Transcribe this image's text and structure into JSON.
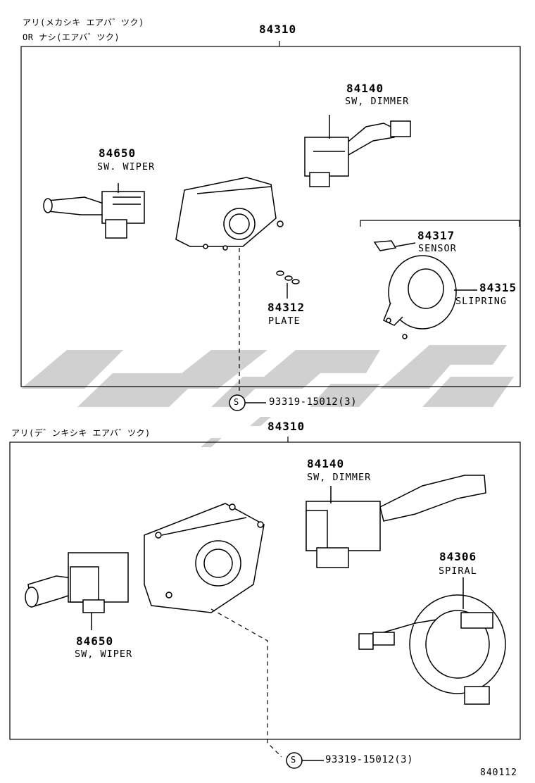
{
  "upper_section": {
    "condition_line1": "アリ(メカシキ エアバ゛ツク)",
    "condition_line2": "OR ナシ(エアバ゛ツク)",
    "assembly_number": "84310",
    "parts": [
      {
        "number": "84140",
        "name": "SW, DIMMER"
      },
      {
        "number": "84650",
        "name": "SW. WIPER"
      },
      {
        "number": "84317",
        "name": "SENSOR"
      },
      {
        "number": "84315",
        "name": "SLIPRING"
      },
      {
        "number": "84312",
        "name": "PLATE"
      }
    ],
    "screw_symbol": "S",
    "screw_ref": "93319-15012(3)"
  },
  "lower_section": {
    "condition_line1": "アリ(デ゛ンキシキ エアバ゛ツク)",
    "assembly_number": "84310",
    "parts": [
      {
        "number": "84140",
        "name": "SW, DIMMER"
      },
      {
        "number": "84306",
        "name": "SPIRAL"
      },
      {
        "number": "84650",
        "name": "SW, WIPER"
      }
    ],
    "screw_symbol": "S",
    "screw_ref": "93319-15012(3)"
  },
  "figure_code": "840112",
  "watermark_color": "#c8c8c8"
}
